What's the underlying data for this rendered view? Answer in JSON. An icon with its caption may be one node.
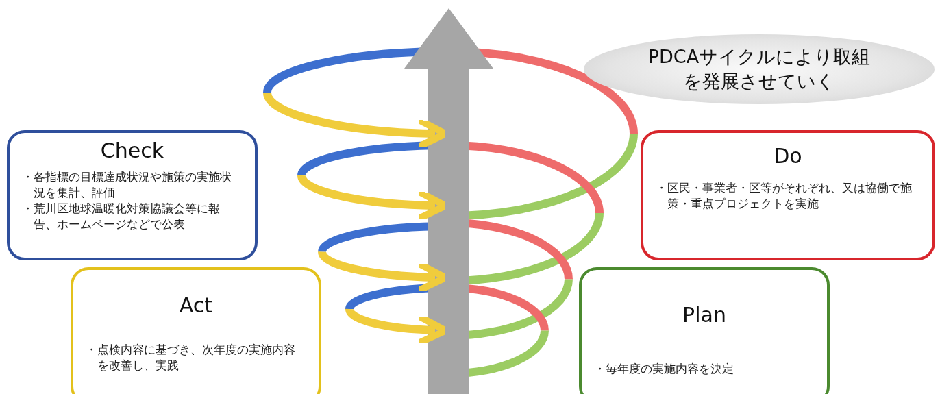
{
  "diagram": {
    "nodes": [
      {
        "text": [
          "PDCAサイクルにより取組を発展させていく"
        ]
      },
      {
        "text": [
          "Check",
          "・各指標の目標達成状況や施策の実施状況を集計、評価",
          "・荒川区地球温暖化対策協議会等に報告、ホームページなどで公表"
        ]
      },
      {
        "text": [
          "Do",
          "・区民・事業者・区等がそれぞれ、又は協働で施策・重点プロジェクトを実施"
        ]
      },
      {
        "text": [
          "Act",
          "・点検内容に基づき、次年度の実施内容を改善し、実践"
        ]
      },
      {
        "text": [
          "Plan",
          "・毎年度の実施内容を決定"
        ]
      }
    ]
  }
}
